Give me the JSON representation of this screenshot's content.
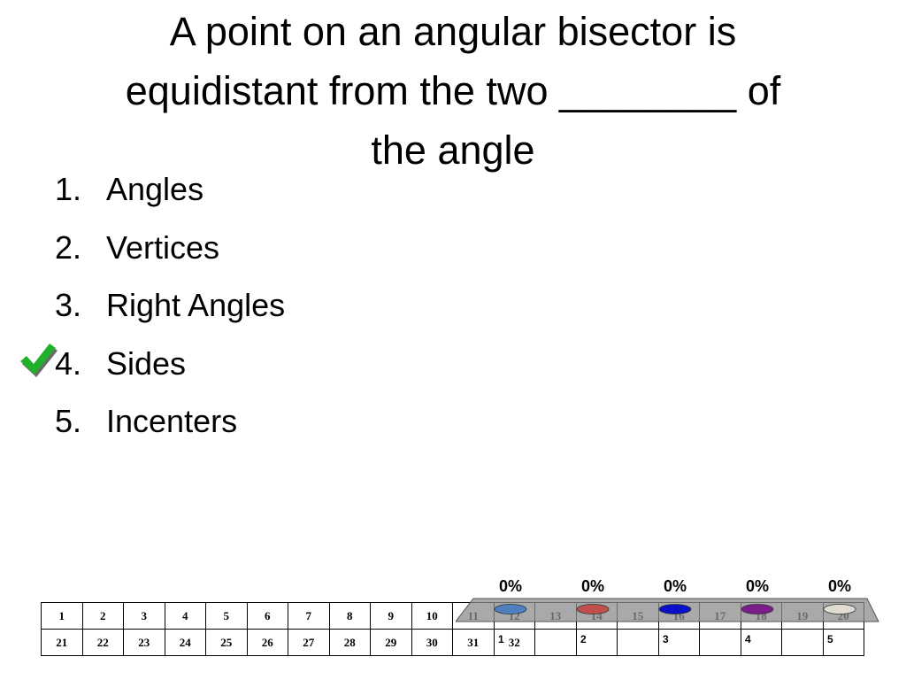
{
  "question": {
    "line1": "A point on an angular bisector is",
    "line2": "equidistant from the two ________ of",
    "line3": "the angle"
  },
  "options": [
    {
      "num": "1.",
      "text": "Angles"
    },
    {
      "num": "2.",
      "text": "Vertices"
    },
    {
      "num": "3.",
      "text": "Right Angles"
    },
    {
      "num": "4.",
      "text": "Sides"
    },
    {
      "num": "5.",
      "text": "Incenters"
    }
  ],
  "correct_option": 4,
  "check_icon": "checkmark-icon",
  "colors": {
    "check": "#22b02a",
    "bar1": "#4f7fbf",
    "bar2": "#c0504d",
    "bar3": "#0a10c8",
    "bar4": "#7a1f8a",
    "bar5": "#e0dcd2",
    "chart_floor": "#8c8c8c"
  },
  "grid": {
    "row1": [
      "1",
      "2",
      "3",
      "4",
      "5",
      "6",
      "7",
      "8",
      "9",
      "10",
      "11",
      "12",
      "13",
      "14",
      "15",
      "16",
      "17",
      "18",
      "19",
      "20"
    ],
    "row2": [
      "21",
      "22",
      "23",
      "24",
      "25",
      "26",
      "27",
      "28",
      "29",
      "30",
      "31",
      "32",
      "",
      "",
      "",
      "",
      "",
      "",
      "",
      ""
    ]
  },
  "chart_data": {
    "type": "bar",
    "categories": [
      "1",
      "2",
      "3",
      "4",
      "5"
    ],
    "values": [
      0,
      0,
      0,
      0,
      0
    ],
    "data_labels": [
      "0%",
      "0%",
      "0%",
      "0%",
      "0%"
    ],
    "ylim": [
      0,
      100
    ]
  }
}
